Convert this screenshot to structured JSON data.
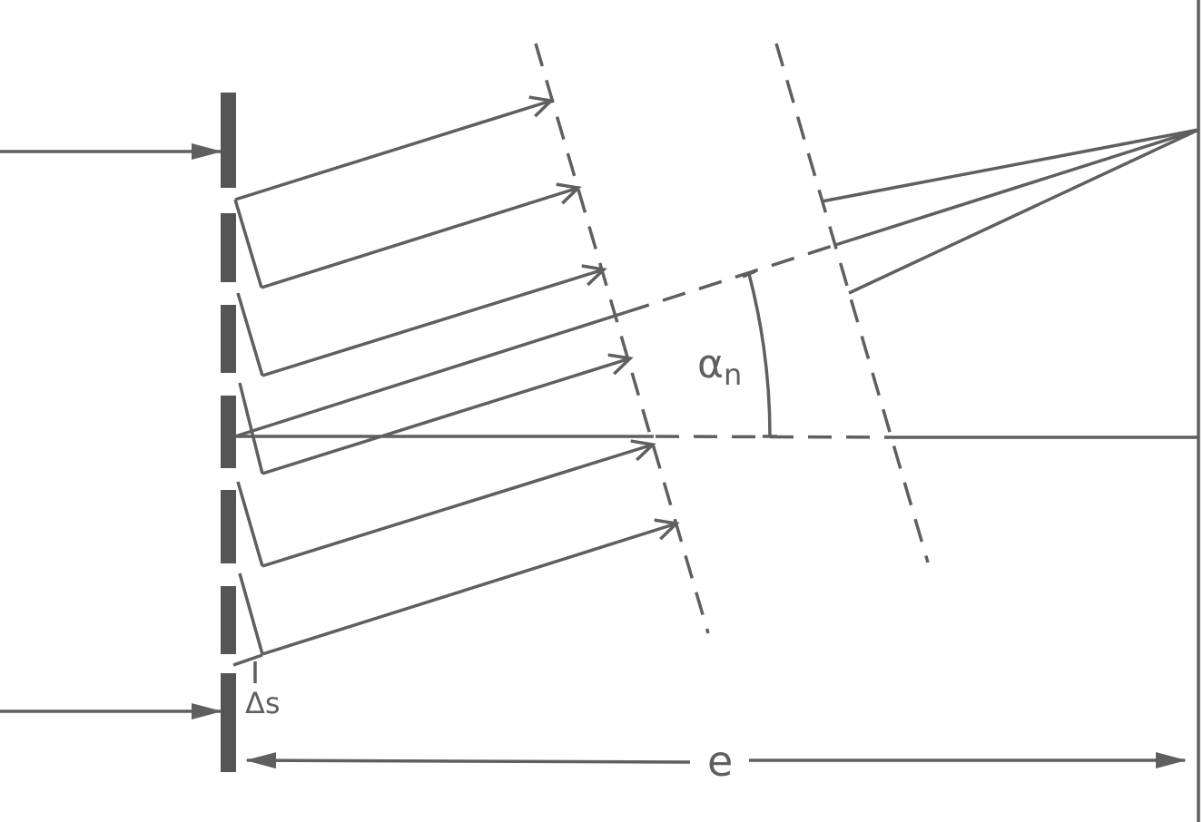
{
  "labels": {
    "angle": "α",
    "angle_subscript": "n",
    "path_difference": "Δs",
    "distance": "e"
  },
  "colors": {
    "stroke": "#5f5f5f",
    "grating": "#555555",
    "background": "#ffffff"
  }
}
